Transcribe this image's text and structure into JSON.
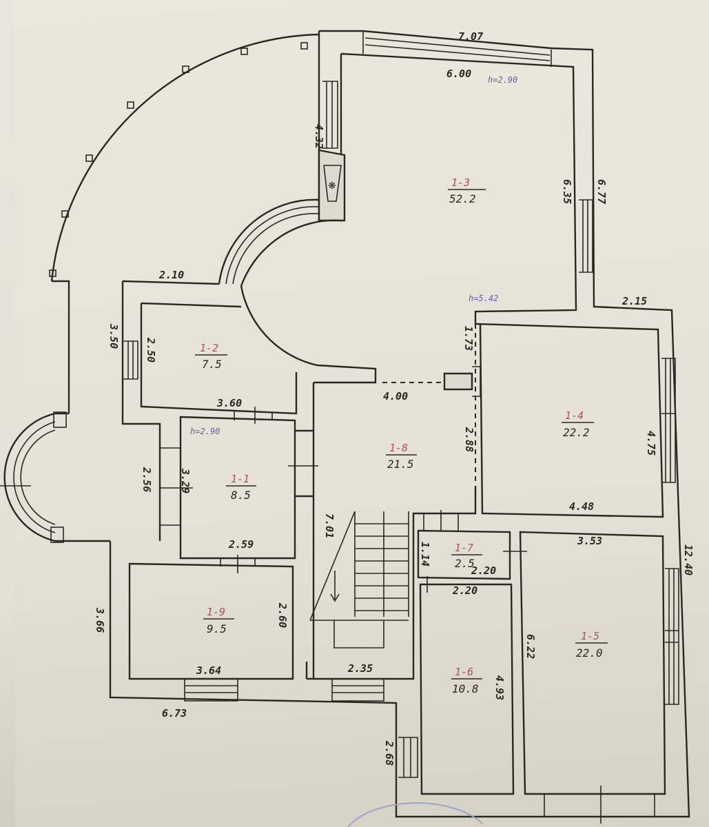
{
  "rooms": [
    {
      "id": "1-1",
      "area": "8.5"
    },
    {
      "id": "1-2",
      "area": "7.5"
    },
    {
      "id": "1-3",
      "area": "52.2"
    },
    {
      "id": "1-4",
      "area": "22.2"
    },
    {
      "id": "1-5",
      "area": "22.0"
    },
    {
      "id": "1-6",
      "area": "10.8"
    },
    {
      "id": "1-7",
      "area": "2.5"
    },
    {
      "id": "1-8",
      "area": "21.5"
    },
    {
      "id": "1-9",
      "area": "9.5"
    }
  ],
  "heights": {
    "h1": "h=2.90",
    "h2": "h=2.90",
    "h3": "h=5.42"
  },
  "dimensions": {
    "d7_07": "7.07",
    "d6_00": "6.00",
    "d4_32": "4.32",
    "d6_35": "6.35",
    "d6_77": "6.77",
    "d2_15": "2.15",
    "d1_73": "1.73",
    "d4_00": "4.00",
    "d2_88": "2.88",
    "d4_75": "4.75",
    "d4_48": "4.48",
    "d12_40": "12.40",
    "d3_53": "3.53",
    "d1_14": "1.14",
    "d2_20a": "2.20",
    "d2_20b": "2.20",
    "d6_22": "6.22",
    "d2_10": "2.10",
    "d3_50": "3.50",
    "d2_50": "2.50",
    "d3_60": "3.60",
    "d2_56": "2.56",
    "d3_29": "3.29",
    "d7_01": "7.01",
    "d2_59": "2.59",
    "d3_66": "3.66",
    "d2_60": "2.60",
    "d3_64": "3.64",
    "d2_35": "2.35",
    "d6_73": "6.73",
    "d2_68": "2.68",
    "d4_93": "4.93"
  }
}
